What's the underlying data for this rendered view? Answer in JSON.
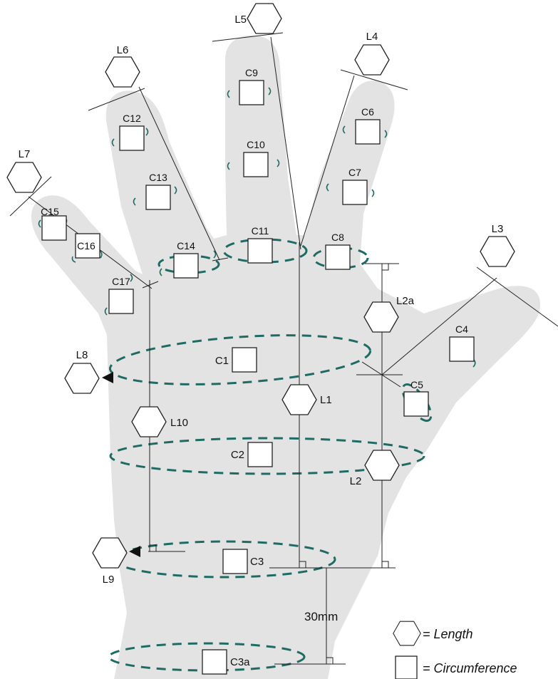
{
  "colors": {
    "hand": "#e3e3e3",
    "measure_loop": "#1f6b63",
    "lines": "#222222"
  },
  "length_labels": {
    "L1": "L1",
    "L2": "L2",
    "L2a": "L2a",
    "L3": "L3",
    "L4": "L4",
    "L5": "L5",
    "L6": "L6",
    "L7": "L7",
    "L8": "L8",
    "L9": "L9",
    "L10": "L10"
  },
  "circumference_labels": {
    "C1": "C1",
    "C2": "C2",
    "C3": "C3",
    "C3a": "C3a",
    "C4": "C4",
    "C5": "C5",
    "C6": "C6",
    "C7": "C7",
    "C8": "C8",
    "C9": "C9",
    "C10": "C10",
    "C11": "C11",
    "C12": "C12",
    "C13": "C13",
    "C14": "C14",
    "C15": "C15",
    "C16": "C16",
    "C17": "C17"
  },
  "dimension_label": "30mm",
  "legend": {
    "length_symbol": "hexagon-icon",
    "length_text": "= Length",
    "circumference_symbol": "square-icon",
    "circumference_text": "= Circumference"
  }
}
